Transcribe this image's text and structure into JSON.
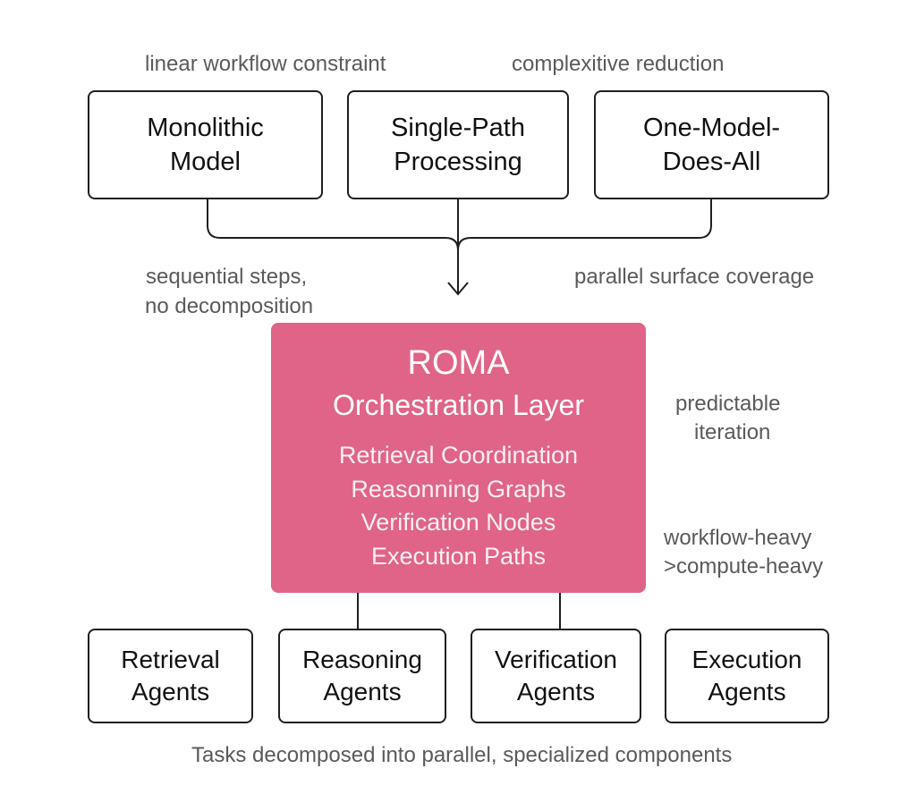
{
  "notes": {
    "top_left": "linear workflow constraint",
    "top_right": "complexitive reduction",
    "mid_left_1": "sequential steps,",
    "mid_left_2": "no decomposition",
    "mid_right": "parallel surface coverage",
    "right_1a": "predictable",
    "right_1b": "iteration",
    "right_2a": "workflow-heavy",
    "right_2b": ">compute-heavy",
    "bottom": "Tasks decomposed into parallel, specialized components"
  },
  "top_boxes": [
    {
      "line1": "Monolithic",
      "line2": "Model"
    },
    {
      "line1": "Single-Path",
      "line2": "Processing"
    },
    {
      "line1": "One-Model-",
      "line2": "Does-All"
    }
  ],
  "roma": {
    "title": "ROMA",
    "subtitle": "Orchestration Layer",
    "items": [
      "Retrieval Coordination",
      "Reasonning Graphs",
      "Verification Nodes",
      "Execution Paths"
    ]
  },
  "agents": [
    {
      "line1": "Retrieval",
      "line2": "Agents"
    },
    {
      "line1": "Reasoning",
      "line2": "Agents"
    },
    {
      "line1": "Verification",
      "line2": "Agents"
    },
    {
      "line1": "Execution",
      "line2": "Agents"
    }
  ],
  "colors": {
    "roma_fill": "#e06488",
    "box_border": "#1f1f1f",
    "note_text": "#5a5a5a"
  }
}
